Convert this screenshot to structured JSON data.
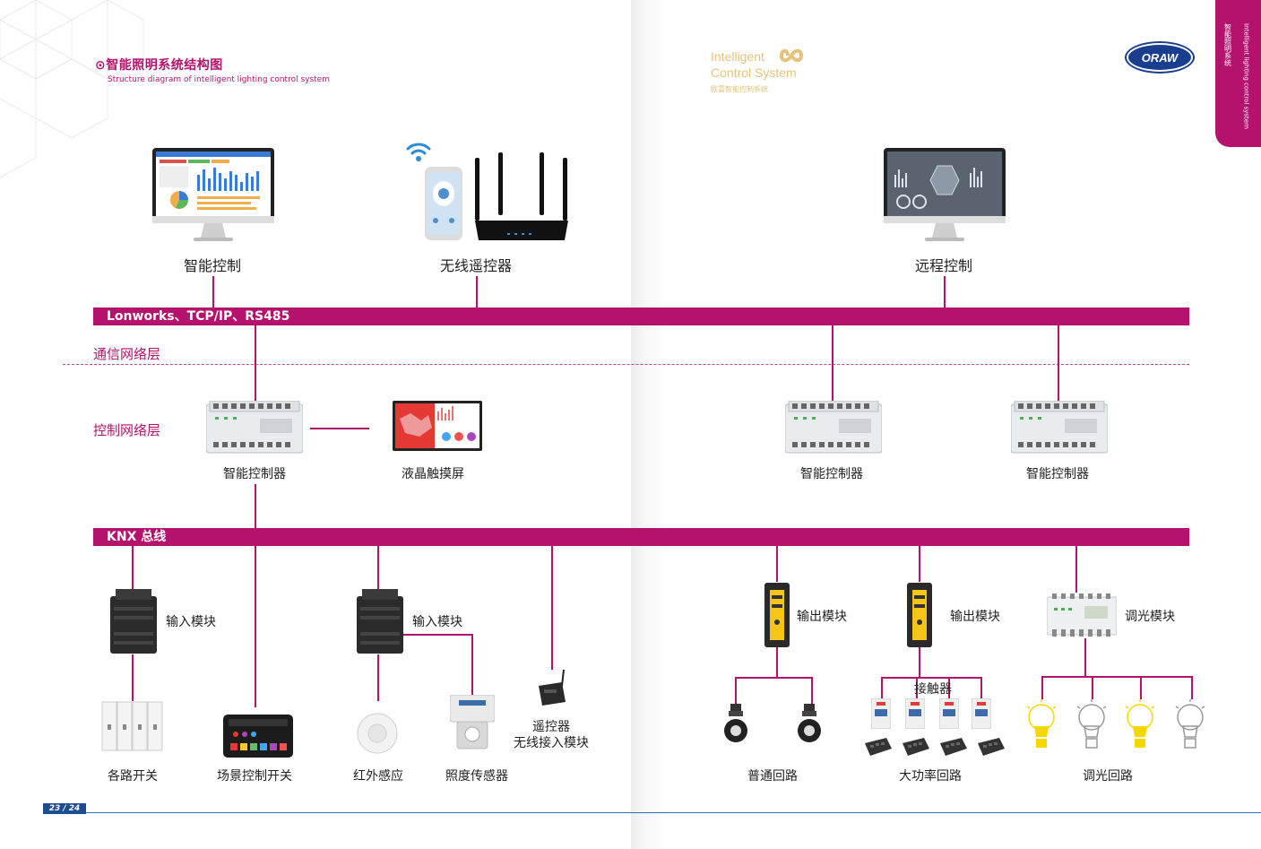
{
  "header": {
    "title_cn": "⊙智能照明系统结构图",
    "title_en": "Structure diagram of intelligent lighting control system"
  },
  "brand": {
    "line1": "Intelligent",
    "line2": "Control System",
    "line3": "欧嘉智能控制系统",
    "logo_text": "ORAW",
    "tab_cn": "智能照明系统",
    "tab_en": "Intelligent lighting control system"
  },
  "buses": {
    "top_bus": "Lonworks、TCP/IP、RS485",
    "knx_bus": "KNX 总线"
  },
  "layers": {
    "comm": "通信网络层",
    "control": "控制网络层"
  },
  "top_devices": {
    "smart_control": "智能控制",
    "wireless_remote": "无线遥控器",
    "remote_control": "远程控制"
  },
  "controllers": {
    "c1": "智能控制器",
    "lcd": "液晶触摸屏",
    "c2": "智能控制器",
    "c3": "智能控制器"
  },
  "modules": {
    "input1": "输入模块",
    "input2": "输入模块",
    "output1": "输出模块",
    "output2": "输出模块",
    "dimming": "调光模块",
    "contactor": "接触器"
  },
  "bottom_devices": {
    "switches": "各路开关",
    "scene_switch": "场景控制开关",
    "infrared": "红外感应",
    "illuminance": "照度传感器",
    "remote_line1": "遥控器",
    "remote_line2": "无线接入模块",
    "normal_circuit": "普通回路",
    "high_power": "大功率回路",
    "dimming_circuit": "调光回路"
  },
  "footer": {
    "page": "23 / 24"
  },
  "colors": {
    "accent": "#b5126e",
    "footer_blue": "#1e4c8e",
    "brand_gold": "#e8c27a"
  }
}
